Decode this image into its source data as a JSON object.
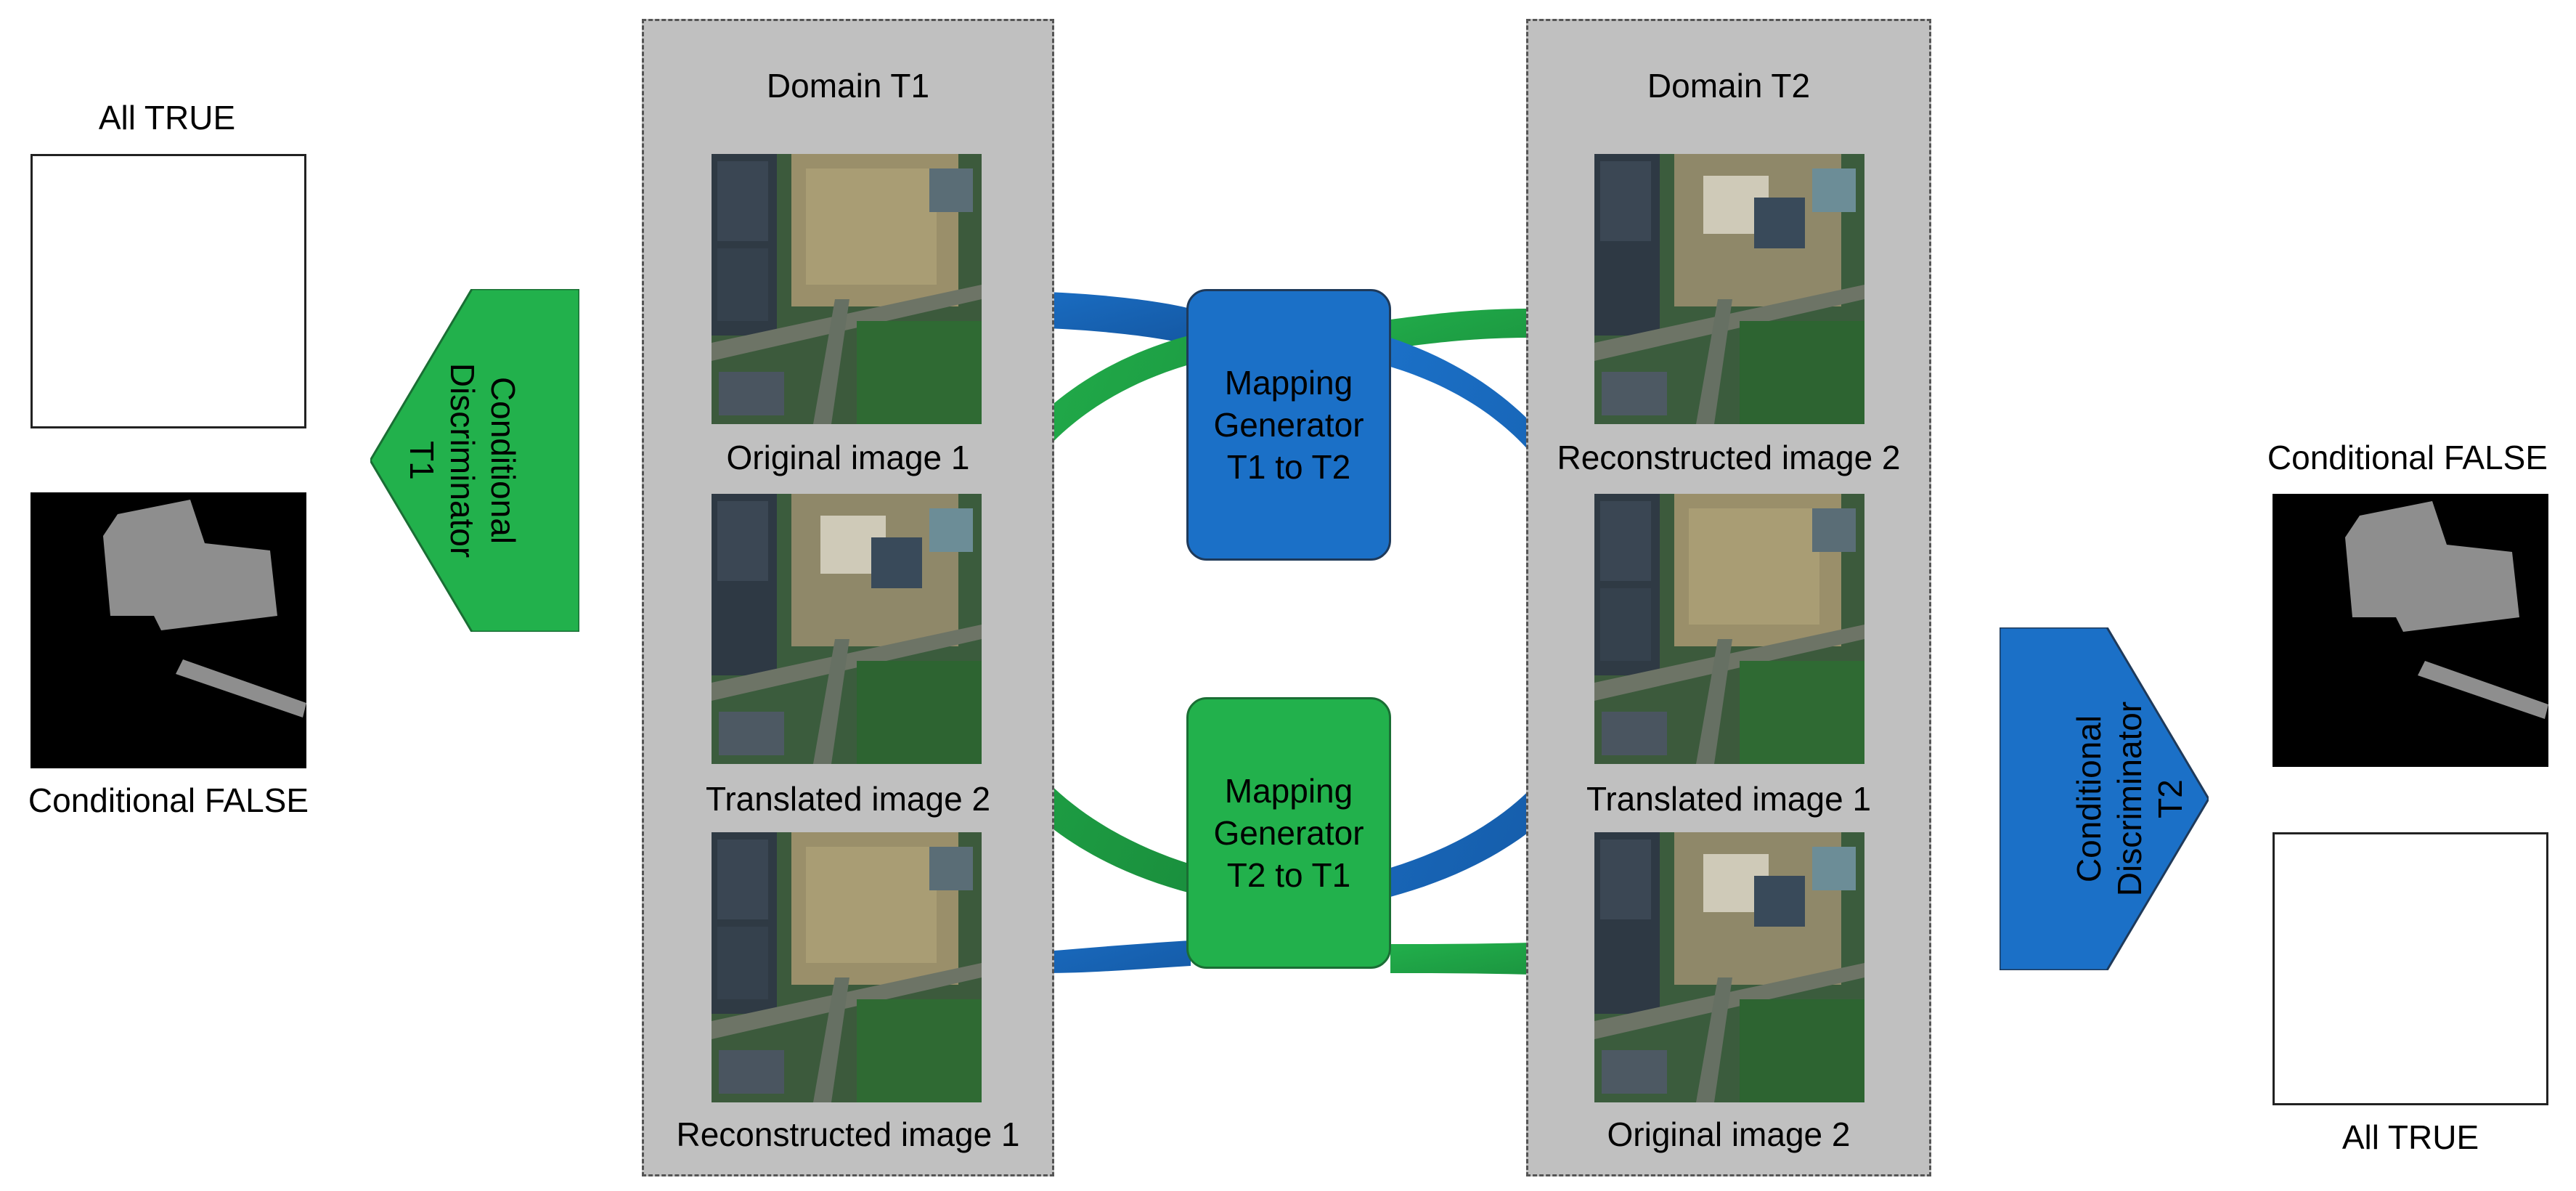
{
  "domain_t1": {
    "title": "Domain T1",
    "images": [
      {
        "caption": "Original image 1"
      },
      {
        "caption": "Translated image 2"
      },
      {
        "caption": "Reconstructed image 1"
      }
    ]
  },
  "domain_t2": {
    "title": "Domain T2",
    "images": [
      {
        "caption": "Reconstructed image 2"
      },
      {
        "caption": "Translated image 1"
      },
      {
        "caption": "Original image 2"
      }
    ]
  },
  "generators": {
    "t1_to_t2": {
      "line1": "Mapping",
      "line2": "Generator",
      "line3": "T1 to T2",
      "color": "#1b70c7"
    },
    "t2_to_t1": {
      "line1": "Mapping",
      "line2": "Generator",
      "line3": "T2 to T1",
      "color": "#22b14c"
    }
  },
  "discriminators": {
    "t1": {
      "line1": "Conditional",
      "line2": "Discriminator",
      "line3": "T1",
      "color": "#22b14c"
    },
    "t2": {
      "line1": "Conditional",
      "line2": "Discriminator",
      "line3": "T2",
      "color": "#1b70c7"
    }
  },
  "left_masks": {
    "top_label": "All TRUE",
    "bottom_label": "Conditional FALSE"
  },
  "right_masks": {
    "top_label": "Conditional FALSE",
    "bottom_label": "All TRUE"
  },
  "colors": {
    "blue_flow": "#1b70c7",
    "green_flow": "#22b14c",
    "domain_bg": "#c0c0c0"
  }
}
